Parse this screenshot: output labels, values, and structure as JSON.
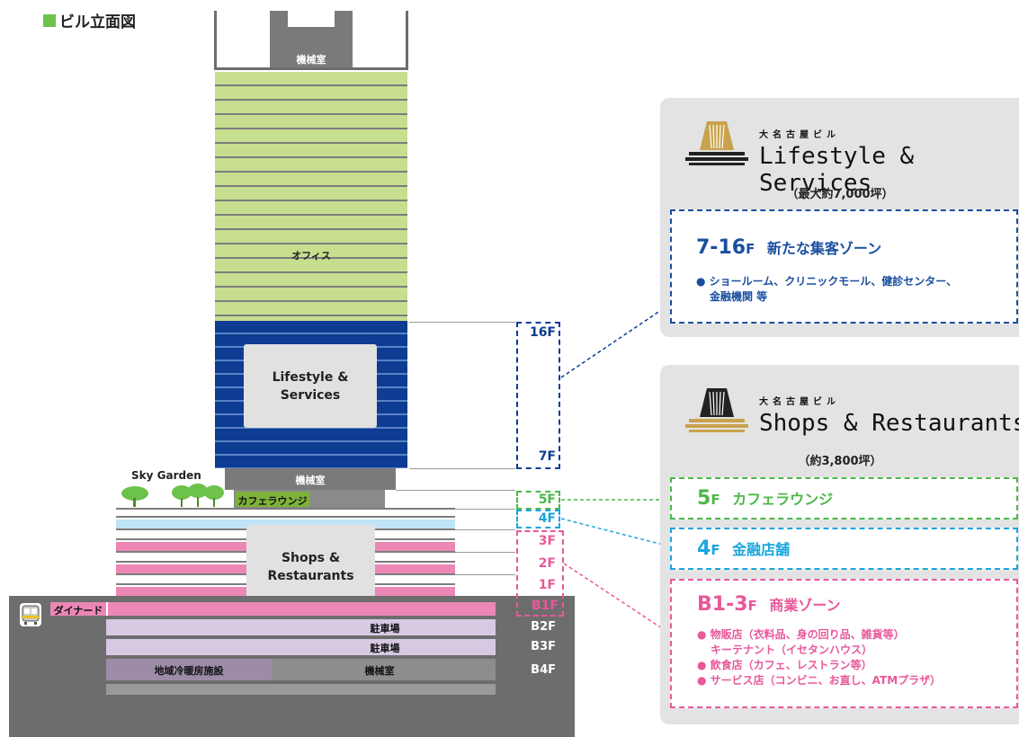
{
  "page_title": "ビル立面図",
  "building": {
    "machine_room_top": "機械室",
    "office": "オフィス",
    "lifestyle_block": [
      "Lifestyle &",
      "Services"
    ],
    "machine_room_mid": "機械室",
    "sky_garden": "Sky Garden",
    "cafe_lounge": "カフェラウンジ",
    "shops_block": [
      "Shops &",
      "Restaurants"
    ],
    "dinard": "ダイナード",
    "parking_b2": "駐車場",
    "parking_b3": "駐車場",
    "district_heating": "地域冷暖房施設",
    "machine_room_b4": "機械室"
  },
  "floors": {
    "f16": "16F",
    "f7": "7F",
    "f5": "5F",
    "f4": "4F",
    "f3": "3F",
    "f2": "2F",
    "f1": "1F",
    "b1": "B1F",
    "b2": "B2F",
    "b3": "B3F",
    "b4": "B4F"
  },
  "panels": {
    "lifestyle": {
      "brand_jp": "大名古屋ビル",
      "brand_en": "Lifestyle & Services",
      "area": "（最大約7,000坪）",
      "zone": {
        "title_num": "7-16",
        "title_f": "F",
        "title_text": "新たな集客ゾーン",
        "line1": "● ショールーム、クリニックモール、健診センター、",
        "line2": "金融機関 等"
      }
    },
    "shops": {
      "brand_jp": "大名古屋ビル",
      "brand_en": "Shops & Restaurants",
      "area": "（約3,800坪）",
      "zone5": {
        "num": "5",
        "f": "F",
        "text": "カフェラウンジ"
      },
      "zone4": {
        "num": "4",
        "f": "F",
        "text": "金融店舗"
      },
      "zoneB": {
        "num": "B1-3",
        "f": "F",
        "text": "商業ゾーン",
        "line1": "● 物販店（衣料品、身の回り品、雑貨等）",
        "line2": "キーテナント（イセタンハウス）",
        "line3": "● 飲食店（カフェ、レストラン等）",
        "line4": "● サービス店（コンビニ、お直し、ATMプラザ）"
      }
    }
  },
  "colors": {
    "green_floor": "#c8de8f",
    "navy": "#0d3c92",
    "blue_text": "#1a4fa0",
    "green_text": "#4cb748",
    "cyan_text": "#19a6de",
    "pink": "#e8589a",
    "pink_floor": "#ec87b5",
    "light_blue_floor": "#bfe3f7",
    "lavender": "#d8c9e3",
    "gray_dark": "#6d6d6d",
    "panel_gray": "#e3e3e3"
  }
}
